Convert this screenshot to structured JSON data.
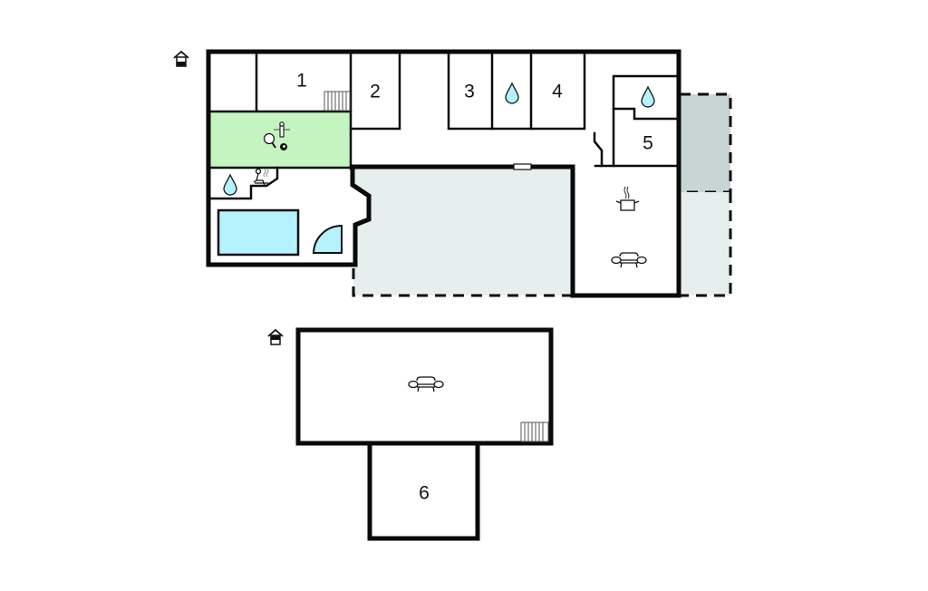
{
  "floors": [
    {
      "name": "ground-floor",
      "indicator_icon": "house-ground-floor-icon",
      "rooms": [
        {
          "id": "bedroom-1",
          "label": "1"
        },
        {
          "id": "bedroom-2",
          "label": "2"
        },
        {
          "id": "bedroom-3",
          "label": "3"
        },
        {
          "id": "bedroom-4",
          "label": "4"
        },
        {
          "id": "bedroom-5",
          "label": "5"
        },
        {
          "id": "games-room",
          "label": "",
          "icons": [
            "table-tennis-icon",
            "table-football-icon",
            "billiard-ball-icon"
          ],
          "color": "#c4f5c0"
        },
        {
          "id": "sauna-shower",
          "label": "",
          "icons": [
            "shower-drop-icon",
            "sauna-icon"
          ]
        },
        {
          "id": "pool-room",
          "label": "",
          "icons": [
            "pool-icon",
            "shower-cabin-icon"
          ],
          "color": "#b5f2ff"
        },
        {
          "id": "bathroom-middle",
          "label": "",
          "icons": [
            "shower-drop-icon"
          ]
        },
        {
          "id": "bathroom-right",
          "label": "",
          "icons": [
            "shower-drop-icon"
          ]
        },
        {
          "id": "kitchen-living",
          "label": "",
          "icons": [
            "cooking-pot-icon",
            "sofa-icon"
          ]
        },
        {
          "id": "terrace-center",
          "label": "",
          "color": "#e6eeee"
        },
        {
          "id": "terrace-right-covered",
          "label": "",
          "color": "#c9d4d4"
        },
        {
          "id": "terrace-right",
          "label": "",
          "color": "#e6eeee"
        }
      ]
    },
    {
      "name": "upper-floor",
      "indicator_icon": "house-upper-floor-icon",
      "rooms": [
        {
          "id": "loft-living",
          "label": "",
          "icons": [
            "sofa-icon",
            "stairs-icon"
          ]
        },
        {
          "id": "bedroom-6",
          "label": "6"
        }
      ]
    }
  ],
  "colors": {
    "wall": "#0a0a0a",
    "games_room": "#c4f5c0",
    "water": "#b5f2ff",
    "terrace": "#e6eeee",
    "terrace_covered": "#c9d4d4"
  }
}
